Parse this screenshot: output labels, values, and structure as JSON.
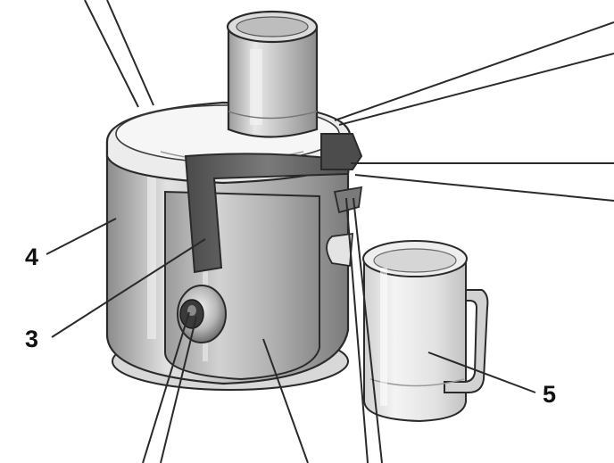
{
  "callouts": [
    {
      "id": "4",
      "text": "4"
    },
    {
      "id": "3",
      "text": "3"
    },
    {
      "id": "5",
      "text": "5"
    }
  ],
  "icons": [
    "juicer-illustration",
    "leader-line"
  ],
  "colors": {
    "background": "#ffffff",
    "outline": "#2a2a2a",
    "steel_light": "#e6e6e6",
    "steel_mid": "#b5b5b5",
    "steel_dark": "#7a7a7a",
    "handle": "#5e5e5e",
    "glass": "#f2f2f2"
  }
}
